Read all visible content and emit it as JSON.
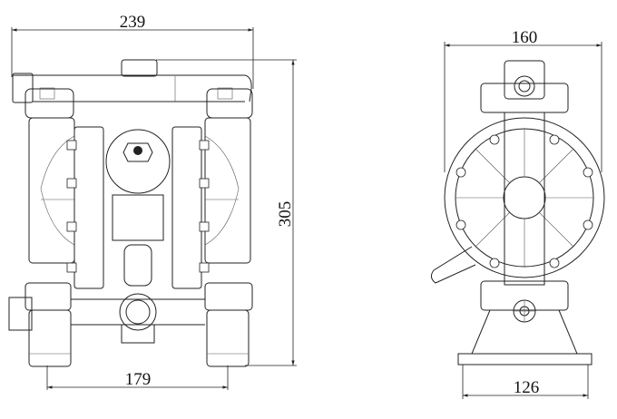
{
  "front_view": {
    "overall_width": "239",
    "foot_spacing": "179",
    "overall_height": "305"
  },
  "side_view": {
    "overall_depth": "160",
    "base_width": "126"
  }
}
